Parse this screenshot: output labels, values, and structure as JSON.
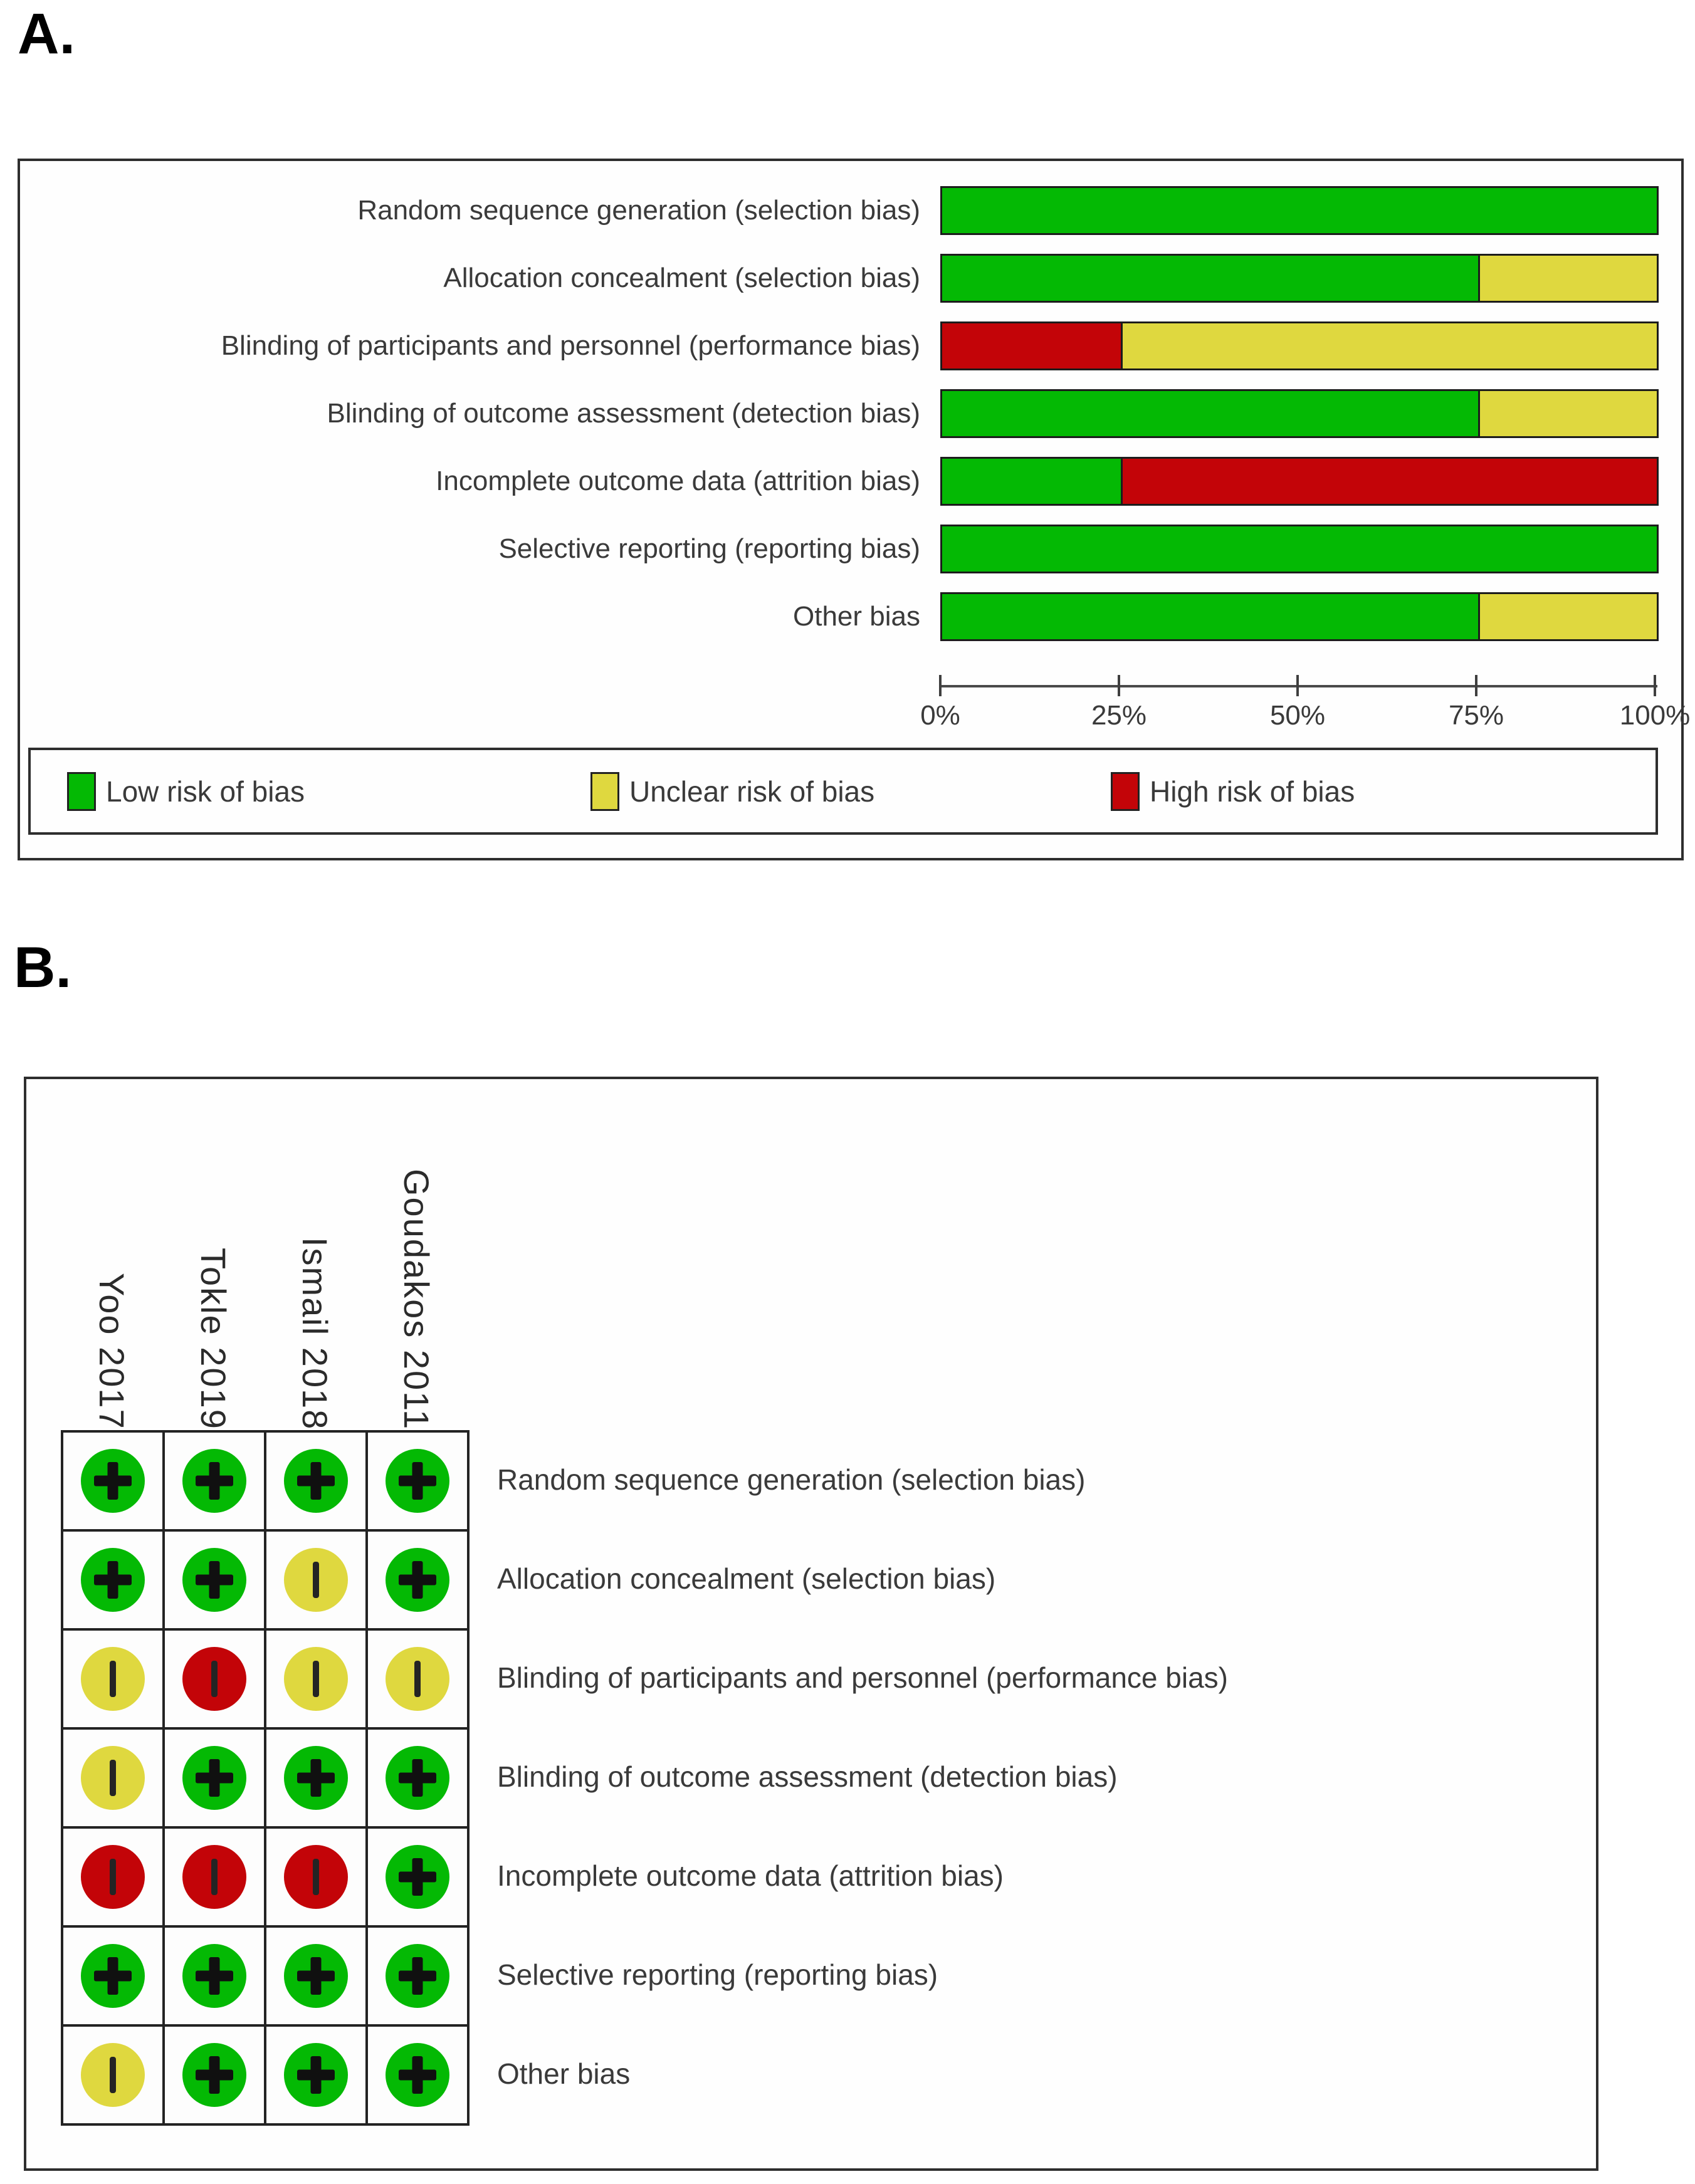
{
  "colors": {
    "low": "#04B904",
    "unclear": "#DFD83F",
    "high": "#C30408",
    "bar_border": "#1C1C1C",
    "box_border": "#2E2E2E",
    "text": "#3A3A3A"
  },
  "risk_symbols": {
    "low": "+",
    "unclear": "|",
    "high": "|"
  },
  "panel_a": {
    "label": "A.",
    "rows": [
      {
        "label": "Random sequence generation (selection bias)",
        "segments": [
          {
            "risk": "low",
            "pct": 100
          }
        ]
      },
      {
        "label": "Allocation concealment (selection bias)",
        "segments": [
          {
            "risk": "low",
            "pct": 75
          },
          {
            "risk": "unclear",
            "pct": 25
          }
        ]
      },
      {
        "label": "Blinding of participants and personnel (performance bias)",
        "segments": [
          {
            "risk": "high",
            "pct": 25
          },
          {
            "risk": "unclear",
            "pct": 75
          }
        ]
      },
      {
        "label": "Blinding of outcome assessment (detection bias)",
        "segments": [
          {
            "risk": "low",
            "pct": 75
          },
          {
            "risk": "unclear",
            "pct": 25
          }
        ]
      },
      {
        "label": "Incomplete outcome data (attrition bias)",
        "segments": [
          {
            "risk": "low",
            "pct": 25
          },
          {
            "risk": "high",
            "pct": 75
          }
        ]
      },
      {
        "label": "Selective reporting (reporting bias)",
        "segments": [
          {
            "risk": "low",
            "pct": 100
          }
        ]
      },
      {
        "label": "Other bias",
        "segments": [
          {
            "risk": "low",
            "pct": 75
          },
          {
            "risk": "unclear",
            "pct": 25
          }
        ]
      }
    ],
    "axis": {
      "ticks": [
        "0%",
        "25%",
        "50%",
        "75%",
        "100%"
      ],
      "min": 0,
      "max": 100
    },
    "legend": [
      {
        "risk": "low",
        "label": "Low risk of bias"
      },
      {
        "risk": "unclear",
        "label": "Unclear risk of bias"
      },
      {
        "risk": "high",
        "label": "High risk of bias"
      }
    ]
  },
  "panel_b": {
    "label": "B.",
    "studies": [
      "Yoo 2017",
      "Tokle 2019",
      "Ismail 2018",
      "Goudakos 2011"
    ],
    "rows": [
      {
        "label": "Random sequence generation (selection bias)",
        "judgements": [
          "low",
          "low",
          "low",
          "low"
        ]
      },
      {
        "label": "Allocation concealment (selection bias)",
        "judgements": [
          "low",
          "low",
          "unclear",
          "low"
        ]
      },
      {
        "label": "Blinding of participants and personnel (performance bias)",
        "judgements": [
          "unclear",
          "high",
          "unclear",
          "unclear"
        ]
      },
      {
        "label": "Blinding of outcome assessment (detection bias)",
        "judgements": [
          "unclear",
          "low",
          "low",
          "low"
        ]
      },
      {
        "label": "Incomplete outcome data (attrition bias)",
        "judgements": [
          "high",
          "high",
          "high",
          "low"
        ]
      },
      {
        "label": "Selective reporting (reporting bias)",
        "judgements": [
          "low",
          "low",
          "low",
          "low"
        ]
      },
      {
        "label": "Other bias",
        "judgements": [
          "unclear",
          "low",
          "low",
          "low"
        ]
      }
    ]
  },
  "chart_data": [
    {
      "type": "bar",
      "orientation": "horizontal-stacked",
      "categories": [
        "Random sequence generation (selection bias)",
        "Allocation concealment (selection bias)",
        "Blinding of participants and personnel (performance bias)",
        "Blinding of outcome assessment (detection bias)",
        "Incomplete outcome data (attrition bias)",
        "Selective reporting (reporting bias)",
        "Other bias"
      ],
      "series": [
        {
          "name": "Low risk of bias",
          "color": "#04B904",
          "values": [
            100,
            75,
            0,
            75,
            25,
            100,
            75
          ]
        },
        {
          "name": "Unclear risk of bias",
          "color": "#DFD83F",
          "values": [
            0,
            25,
            75,
            25,
            0,
            0,
            25
          ]
        },
        {
          "name": "High risk of bias",
          "color": "#C30408",
          "values": [
            0,
            0,
            25,
            0,
            75,
            0,
            0
          ]
        }
      ],
      "xlabel": "",
      "ylabel": "",
      "x_ticks": [
        "0%",
        "25%",
        "50%",
        "75%",
        "100%"
      ],
      "xlim": [
        0,
        100
      ],
      "grid": false,
      "legend_position": "bottom"
    },
    {
      "type": "table",
      "title": "Risk of bias summary",
      "columns": [
        "Yoo 2017",
        "Tokle 2019",
        "Ismail 2018",
        "Goudakos 2011"
      ],
      "rows": [
        "Random sequence generation (selection bias)",
        "Allocation concealment (selection bias)",
        "Blinding of participants and personnel (performance bias)",
        "Blinding of outcome assessment (detection bias)",
        "Incomplete outcome data (attrition bias)",
        "Selective reporting (reporting bias)",
        "Other bias"
      ],
      "cell_values": [
        [
          "low",
          "low",
          "low",
          "low"
        ],
        [
          "low",
          "low",
          "unclear",
          "low"
        ],
        [
          "unclear",
          "high",
          "unclear",
          "unclear"
        ],
        [
          "unclear",
          "low",
          "low",
          "low"
        ],
        [
          "high",
          "high",
          "high",
          "low"
        ],
        [
          "low",
          "low",
          "low",
          "low"
        ],
        [
          "unclear",
          "low",
          "low",
          "low"
        ]
      ]
    }
  ]
}
